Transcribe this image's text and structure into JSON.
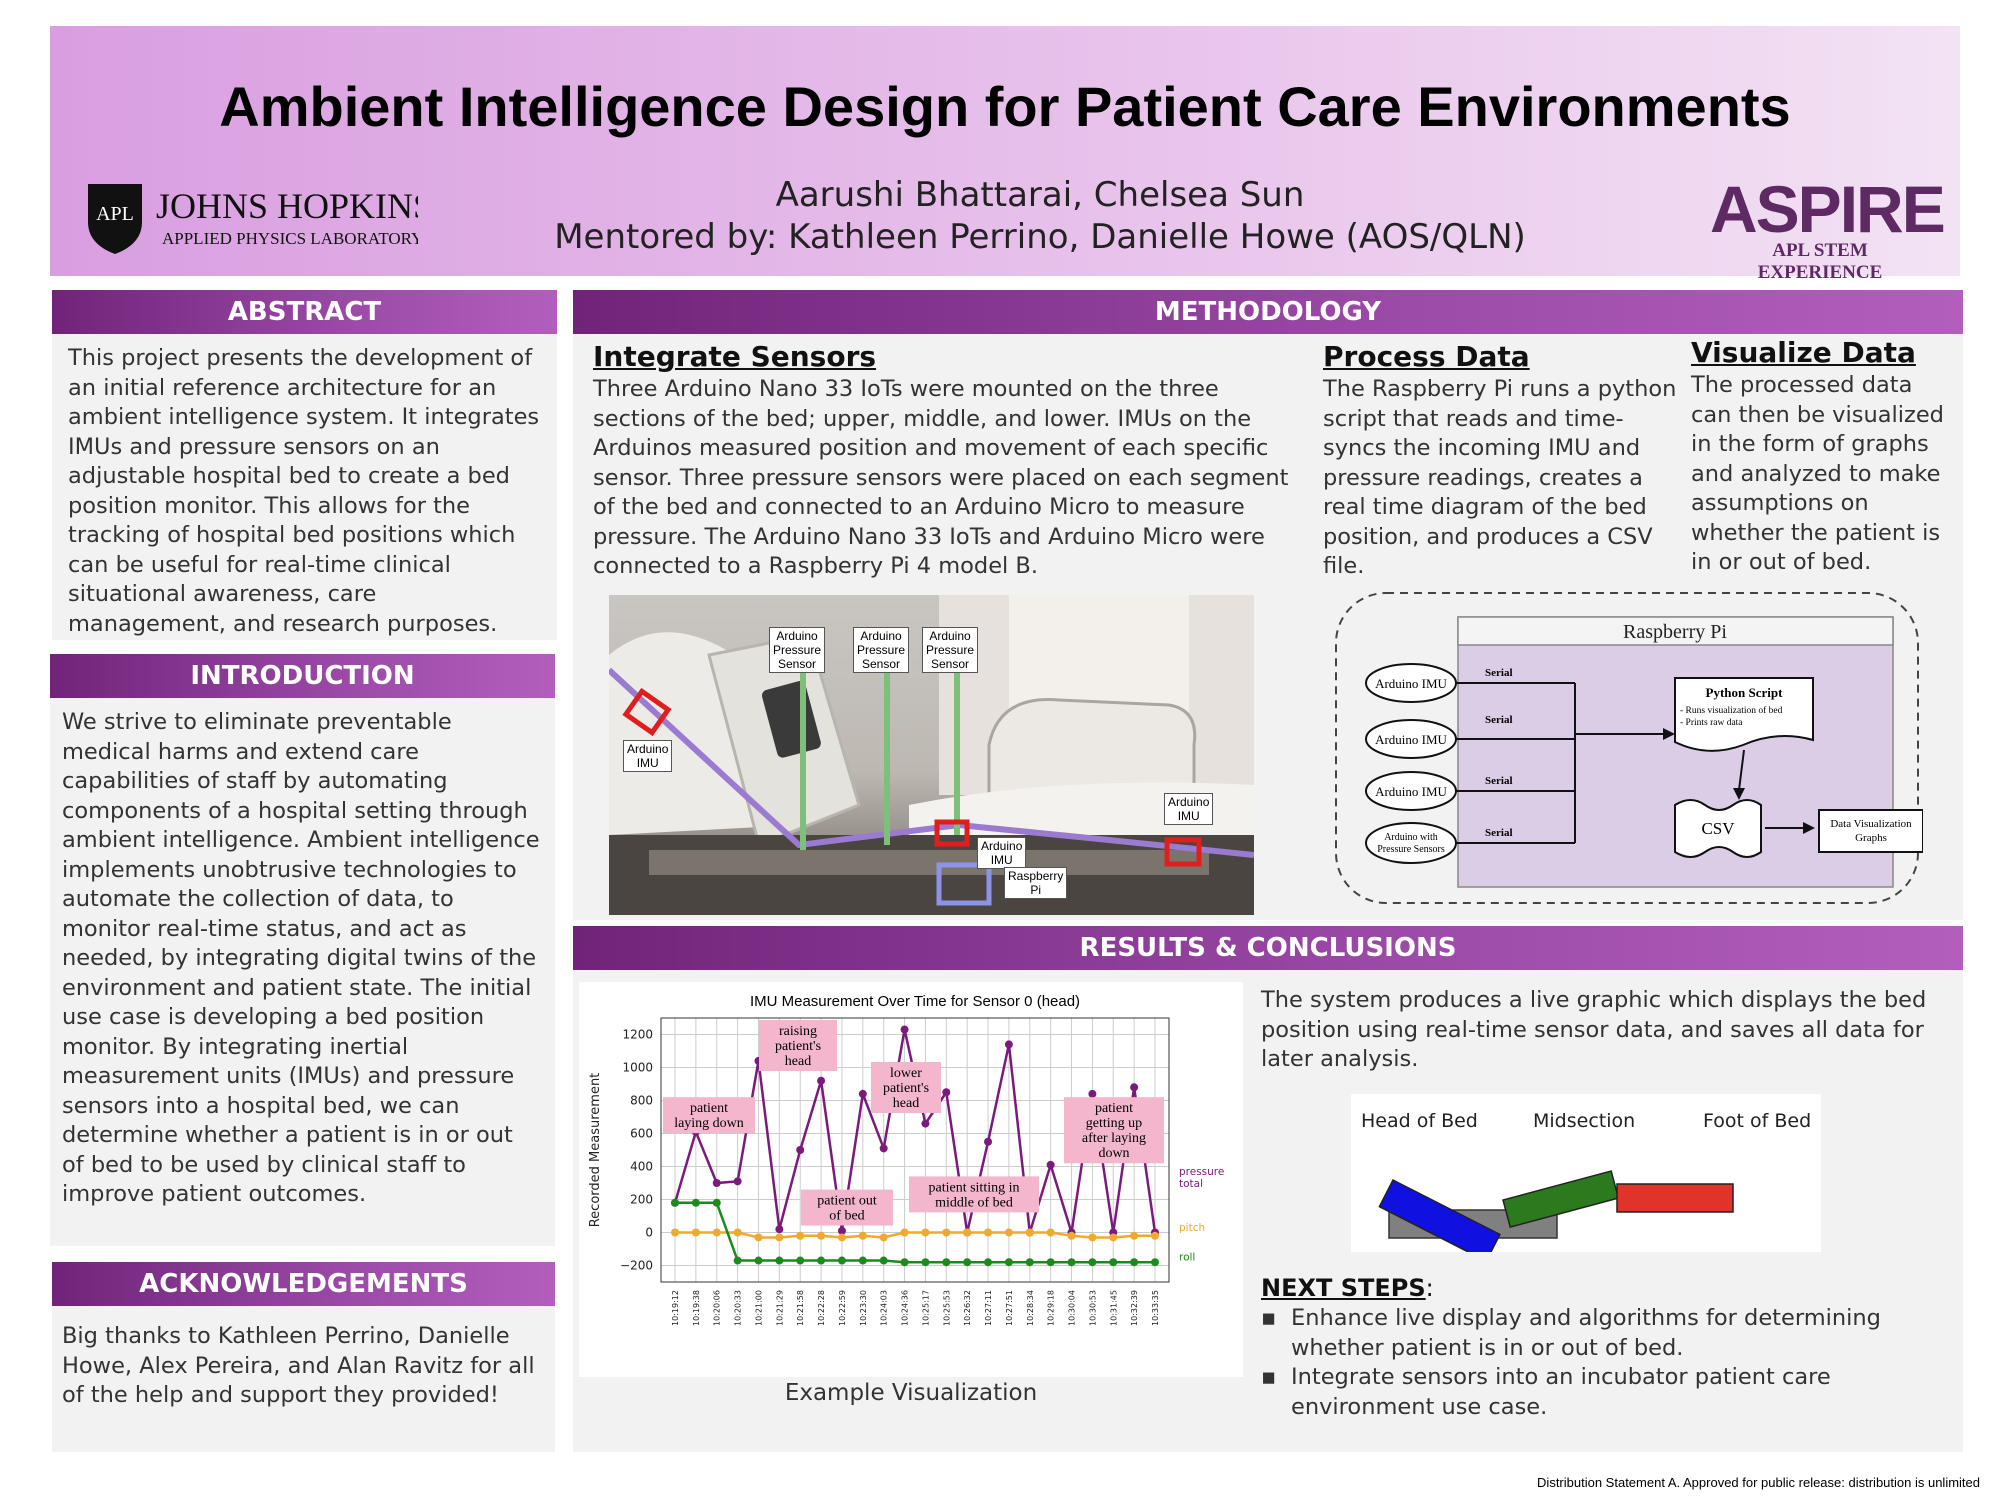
{
  "header": {
    "title": "Ambient Intelligence Design for Patient Care Environments",
    "authors": "Aarushi Bhattarai, Chelsea Sun",
    "mentors": "Mentored by: Kathleen Perrino, Danielle Howe (AOS/QLN)",
    "jhu_logo": {
      "mark": "APL",
      "name": "JOHNS HOPKINS",
      "sub": "APPLIED PHYSICS LABORATORY"
    },
    "aspire_logo": {
      "name": "ASPIRE",
      "sub": "APL STEM EXPERIENCE"
    }
  },
  "abstract": {
    "heading": "ABSTRACT",
    "text": "This project presents the development of an initial reference architecture for an ambient intelligence system. It integrates IMUs and pressure sensors on an adjustable hospital bed to create a bed position monitor. This allows for the tracking of hospital bed positions which can be useful for real-time clinical situational awareness, care management, and research purposes."
  },
  "introduction": {
    "heading": "INTRODUCTION",
    "text": "We strive to eliminate preventable medical harms and extend care capabilities of staff by automating components of a hospital setting through ambient intelligence. Ambient intelligence implements unobtrusive technologies to automate the collection of data, to monitor real-time status, and act as needed, by integrating digital twins of the environment and patient state. The initial use case is developing a bed position monitor. By integrating inertial measurement units (IMUs) and pressure sensors into a hospital bed, we can determine whether a patient is in or out of bed to be used by clinical staff to improve patient outcomes."
  },
  "acknowledgements": {
    "heading": "ACKNOWLEDGEMENTS",
    "text": "Big thanks to Kathleen Perrino, Danielle Howe, Alex Pereira, and Alan Ravitz for all of the help and support they provided!"
  },
  "methodology": {
    "heading": "METHODOLOGY",
    "integrate": {
      "title": "Integrate Sensors",
      "text": "Three Arduino Nano 33 IoTs were mounted on the three sections of the bed; upper, middle, and lower. IMUs on the Arduinos measured position and movement of each specific sensor. Three pressure sensors were placed on each segment of the bed and connected to an Arduino Micro to measure pressure. The Arduino Nano 33 IoTs and Arduino Micro were connected to a Raspberry Pi 4 model B."
    },
    "process": {
      "title": "Process Data",
      "text": "The Raspberry Pi runs a python script that reads and time-syncs the incoming IMU and pressure readings, creates a real time diagram of the bed position, and produces a CSV file."
    },
    "visualize": {
      "title": "Visualize Data",
      "text": "The processed data can then be visualized in the form of graphs and analyzed to make assumptions on whether the patient is in or out of bed."
    },
    "photo_labels": {
      "ps1": "Arduino\nPressure\nSensor",
      "ps2": "Arduino\nPressure\nSensor",
      "ps3": "Arduino\nPressure\nSensor",
      "imu_left": "Arduino\nIMU",
      "imu_mid": "Arduino\nIMU",
      "imu_right": "Arduino\nIMU",
      "rpi": "Raspberry\nPi"
    },
    "diagram": {
      "title": "Raspberry Pi",
      "nodes": [
        "Arduino IMU",
        "Arduino IMU",
        "Arduino IMU",
        "Arduino with",
        "Pressure Sensors"
      ],
      "edge_label": "Serial",
      "script_title": "Python Script",
      "script_items": [
        "- Runs visualization of bed",
        "- Prints raw data"
      ],
      "csv": "CSV",
      "output_line1": "Data Visualization",
      "output_line2": "Graphs"
    }
  },
  "results": {
    "heading": "RESULTS & CONCLUSIONS",
    "text": "The system produces a live graphic which displays the bed position using real-time sensor data, and saves all data for later analysis.",
    "caption": "Example Visualization",
    "bed_labels": [
      "Head of Bed",
      "Midsection",
      "Foot of Bed"
    ],
    "next_steps_title": "NEXT STEPS",
    "next_steps_colon": ":",
    "next_steps": [
      "Enhance live display and algorithms for determining whether patient is in or out of bed.",
      "Integrate sensors into an incubator patient care environment use case."
    ]
  },
  "chart_data": {
    "type": "line",
    "title": "IMU Measurement Over Time for Sensor 0 (head)",
    "ylabel": "Recorded Measurement",
    "ylim": [
      -300,
      1300
    ],
    "yticks": [
      -200,
      0,
      200,
      400,
      600,
      800,
      1000,
      1200
    ],
    "x": [
      "10:19:12",
      "10:19:38",
      "10:20:06",
      "10:20:33",
      "10:21:00",
      "10:21:29",
      "10:21:58",
      "10:22:28",
      "10:22:59",
      "10:23:30",
      "10:24:03",
      "10:24:36",
      "10:25:17",
      "10:25:53",
      "10:26:32",
      "10:27:11",
      "10:27:51",
      "10:28:34",
      "10:29:18",
      "10:30:04",
      "10:30:53",
      "10:31:45",
      "10:32:39",
      "10:33:35"
    ],
    "series": [
      {
        "name": "pressure total",
        "color": "#7b1a7d",
        "values": [
          180,
          610,
          300,
          310,
          1040,
          20,
          500,
          920,
          10,
          840,
          510,
          1230,
          660,
          850,
          0,
          550,
          1140,
          0,
          410,
          0,
          840,
          0,
          880,
          0
        ]
      },
      {
        "name": "pitch",
        "color": "#f0a830",
        "values": [
          0,
          0,
          0,
          0,
          -30,
          -30,
          -20,
          -20,
          -30,
          -20,
          -30,
          0,
          0,
          0,
          0,
          0,
          0,
          0,
          0,
          -20,
          -30,
          -30,
          -20,
          -20
        ]
      },
      {
        "name": "roll",
        "color": "#1e8a1e",
        "values": [
          180,
          180,
          180,
          -170,
          -170,
          -170,
          -170,
          -170,
          -170,
          -170,
          -170,
          -180,
          -180,
          -180,
          -180,
          -180,
          -180,
          -180,
          -180,
          -180,
          -180,
          -180,
          -180,
          -180
        ]
      }
    ],
    "annotations": [
      "raising\npatient's\nhead",
      "lower\npatient's\nhead",
      "patient\nlaying down",
      "patient out\nof bed",
      "patient sitting in\nmiddle of bed",
      "patient\ngetting up\nafter laying\ndown"
    ]
  },
  "footer": "Distribution Statement A. Approved for public release: distribution is unlimited"
}
